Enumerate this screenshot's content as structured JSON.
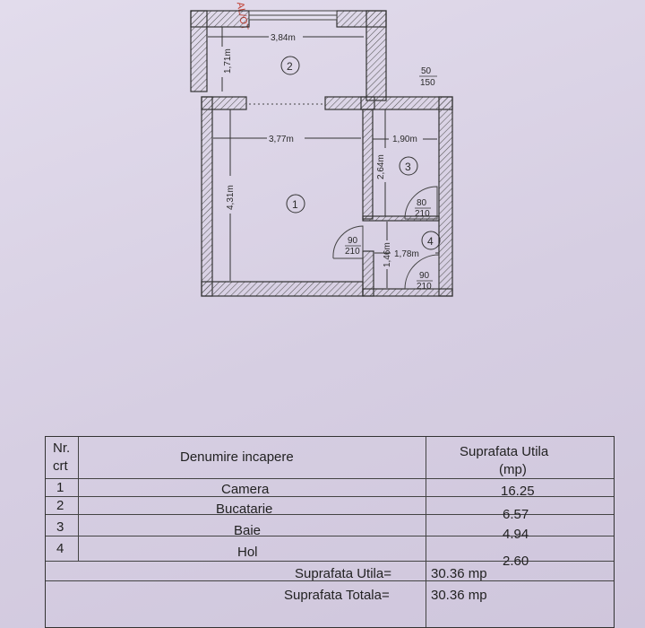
{
  "stamp_text": "AL/OT",
  "plan": {
    "dimensions": {
      "kitchen_width": "3,84m",
      "kitchen_depth": "1,71m",
      "room_width": "3,77m",
      "room_depth": "4,31m",
      "bath_width": "1,90m",
      "bath_depth": "2,64m",
      "hall_width": "1,78m",
      "hall_depth": "1,46m"
    },
    "window_label": {
      "num": "50",
      "den": "150"
    },
    "doors": [
      {
        "num": "80",
        "den": "210"
      },
      {
        "num": "90",
        "den": "210"
      },
      {
        "num": "90",
        "den": "210"
      }
    ],
    "room_numbers": [
      "1",
      "2",
      "3",
      "4"
    ]
  },
  "table": {
    "headers": {
      "nr": "Nr.",
      "crt": "crt",
      "name": "Denumire incapere",
      "area_line1": "Suprafata Utila",
      "area_line2": "(mp)"
    },
    "rows": [
      {
        "nr": "1",
        "name": "Camera",
        "area": "16.25"
      },
      {
        "nr": "2",
        "name": "Bucatarie",
        "area": "6.57"
      },
      {
        "nr": "3",
        "name": "Baie",
        "area": "4.94"
      },
      {
        "nr": "4",
        "name": "Hol",
        "area": "2.60"
      }
    ],
    "totals": [
      {
        "label": "Suprafata Utila=",
        "value": "30.36 mp"
      },
      {
        "label": "Suprafata Totala=",
        "value": "30.36 mp"
      }
    ]
  }
}
